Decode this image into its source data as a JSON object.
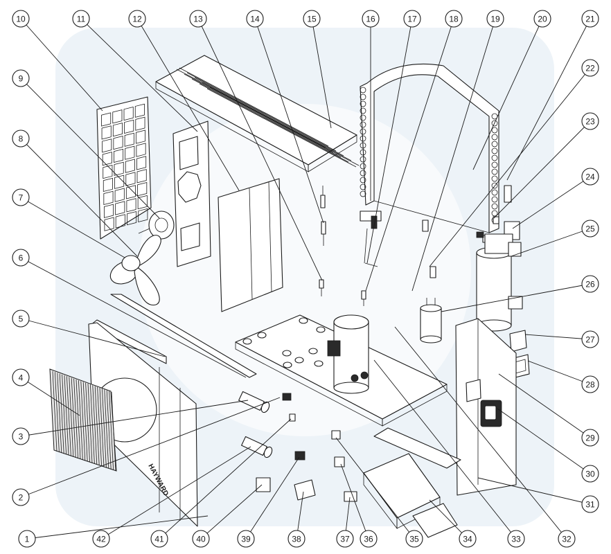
{
  "diagram": {
    "brand_label": "HAYWARD",
    "callouts": [
      {
        "id": "1",
        "label": "1"
      },
      {
        "id": "2",
        "label": "2"
      },
      {
        "id": "3",
        "label": "3"
      },
      {
        "id": "4",
        "label": "4"
      },
      {
        "id": "5",
        "label": "5"
      },
      {
        "id": "6",
        "label": "6"
      },
      {
        "id": "7",
        "label": "7"
      },
      {
        "id": "8",
        "label": "8"
      },
      {
        "id": "9",
        "label": "9"
      },
      {
        "id": "10",
        "label": "10"
      },
      {
        "id": "11",
        "label": "11"
      },
      {
        "id": "12",
        "label": "12"
      },
      {
        "id": "13",
        "label": "13"
      },
      {
        "id": "14",
        "label": "14"
      },
      {
        "id": "15",
        "label": "15"
      },
      {
        "id": "16",
        "label": "16"
      },
      {
        "id": "17",
        "label": "17"
      },
      {
        "id": "18",
        "label": "18"
      },
      {
        "id": "19",
        "label": "19"
      },
      {
        "id": "20",
        "label": "20"
      },
      {
        "id": "21",
        "label": "21"
      },
      {
        "id": "22",
        "label": "22"
      },
      {
        "id": "23",
        "label": "23"
      },
      {
        "id": "24",
        "label": "24"
      },
      {
        "id": "25",
        "label": "25"
      },
      {
        "id": "26",
        "label": "26"
      },
      {
        "id": "27",
        "label": "27"
      },
      {
        "id": "28",
        "label": "28"
      },
      {
        "id": "29",
        "label": "29"
      },
      {
        "id": "30",
        "label": "30"
      },
      {
        "id": "31",
        "label": "31"
      },
      {
        "id": "32",
        "label": "32"
      },
      {
        "id": "33",
        "label": "33"
      },
      {
        "id": "34",
        "label": "34"
      },
      {
        "id": "35",
        "label": "35"
      },
      {
        "id": "36",
        "label": "36"
      },
      {
        "id": "37",
        "label": "37"
      },
      {
        "id": "38",
        "label": "38"
      },
      {
        "id": "39",
        "label": "39"
      },
      {
        "id": "40",
        "label": "40"
      },
      {
        "id": "41",
        "label": "41"
      },
      {
        "id": "42",
        "label": "42"
      }
    ]
  }
}
